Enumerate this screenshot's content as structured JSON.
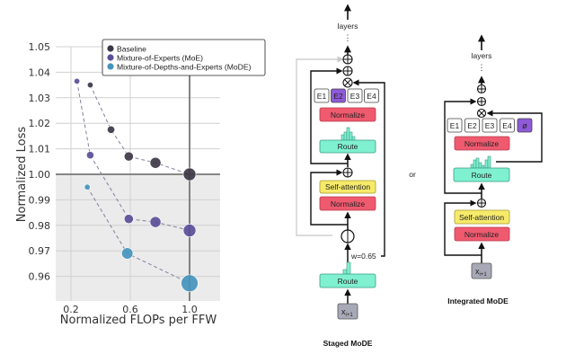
{
  "chart_data": {
    "type": "scatter",
    "title": "",
    "xlabel": "Normalized FLOPs per FFW",
    "ylabel": "Normalized Loss",
    "xlim": [
      0.1,
      1.21
    ],
    "ylim": [
      0.95,
      1.05
    ],
    "xticks": [
      0.2,
      0.6,
      1.0
    ],
    "xtick_labels": [
      "0.2",
      "0.6",
      "1.0"
    ],
    "yticks": [
      0.96,
      0.97,
      0.98,
      0.99,
      1.0,
      1.01,
      1.02,
      1.03,
      1.04,
      1.05
    ],
    "ytick_labels": [
      "0.96",
      "0.97",
      "0.98",
      "0.99",
      "1.00",
      "1.01",
      "1.02",
      "1.03",
      "1.04",
      "1.05"
    ],
    "grid": true,
    "reference_lines": {
      "x": 1.0,
      "y": 1.0
    },
    "shaded_region": "below y=1.00",
    "legend_position": "top-right",
    "series": [
      {
        "name": "Baseline",
        "color": "#3d3745",
        "x": [
          0.33,
          0.47,
          0.59,
          0.77,
          1.0
        ],
        "y": [
          1.035,
          1.0175,
          1.007,
          1.0045,
          1.0
        ]
      },
      {
        "name": "Mixture-of-Experts (MoE)",
        "color": "#5b4e98",
        "x": [
          0.24,
          0.33,
          0.59,
          0.77,
          1.0
        ],
        "y": [
          1.0365,
          1.0075,
          0.9825,
          0.9813,
          0.978
        ]
      },
      {
        "name": "Mixture-of-Depths-and-Experts (MoDE)",
        "color": "#4594bd",
        "x": [
          0.31,
          0.58,
          1.0
        ],
        "y": [
          0.995,
          0.969,
          0.9573
        ]
      }
    ]
  },
  "staged": {
    "title": "Staged MoDE",
    "top_label": "layers",
    "experts": [
      "E1",
      "E2",
      "E3",
      "E4"
    ],
    "active_expert": "E2",
    "normalize_top": "Normalize",
    "route_top": "Route",
    "self_attention": "Self-attention",
    "normalize_bottom": "Normalize",
    "weight_label": "w=0.65",
    "route_bottom": "Route",
    "input_label": "x",
    "input_sub": "i+1"
  },
  "separator": "or",
  "integrated": {
    "title": "Integrated MoDE",
    "top_label": "layers",
    "experts": [
      "E1",
      "E2",
      "E3",
      "E4"
    ],
    "null_expert": "ø",
    "normalize_top": "Normalize",
    "route": "Route",
    "self_attention": "Self-attention",
    "normalize_bottom": "Normalize",
    "input_label": "x",
    "input_sub": "i+1"
  },
  "colors": {
    "normalize": "#ef5a6f",
    "route": "#7ff0d0",
    "self_attention": "#f6ea6a",
    "expert_active": "#8e5ad8",
    "input": "#a7a9b6",
    "plot_bg_shade": "#ebebeb"
  }
}
